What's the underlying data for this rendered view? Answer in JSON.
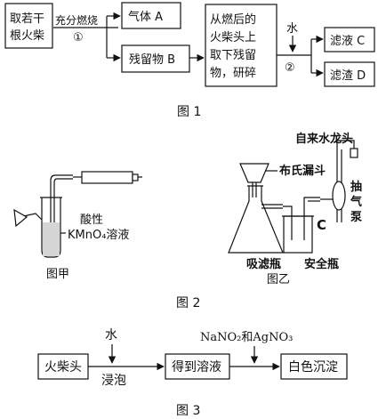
{
  "figure1": {
    "caption": "图 1",
    "start_box": [
      "取若干",
      "根火柴"
    ],
    "step1_label": "充分燃烧",
    "step1_num": "①",
    "gas_box": "气体 A",
    "residue_box": "残留物 B",
    "process_box": [
      "从燃后的",
      "火柴头上",
      "取下残留",
      "物，研碎"
    ],
    "water_label": "水",
    "step2_num": "②",
    "filtrate_box": "滤液 C",
    "residue2_box": "滤渣 D"
  },
  "figure2": {
    "caption": "图 2",
    "left": {
      "caption": "图甲",
      "label_line1": "酸性",
      "label_line2": "KMnO₄溶液"
    },
    "right": {
      "caption": "图乙",
      "faucet_label": "自来水龙头",
      "funnel_label": "布氏漏斗",
      "flask_label": "吸滤瓶",
      "safety_label": "安全瓶",
      "pump_label": [
        "抽",
        "气",
        "泵"
      ],
      "c_label": "C"
    }
  },
  "figure3": {
    "caption": "图 3",
    "box1": "火柴头",
    "water_label": "水",
    "soak_label": "浸泡",
    "box2": "得到溶液",
    "reagent_label": "NaNO₂和AgNO₃",
    "box3": "白色沉淀"
  }
}
